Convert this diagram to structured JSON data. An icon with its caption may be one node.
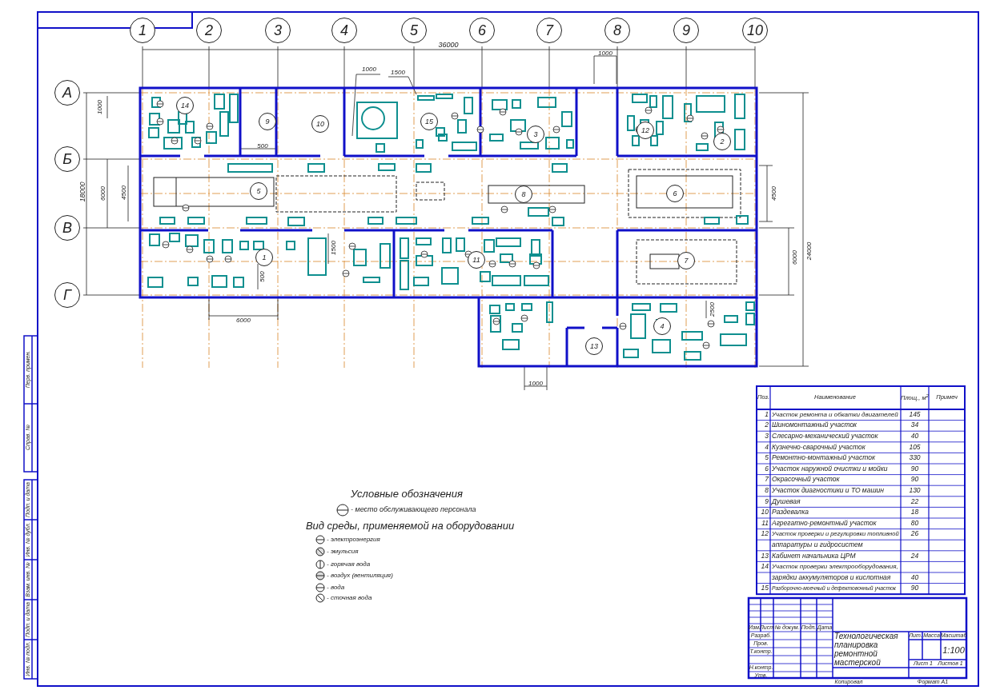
{
  "diagram": {
    "title": "Технологическая планировка ремонтной мастерской",
    "nodes": [
      {
        "text": [
          "1"
        ]
      },
      {
        "text": [
          "2"
        ]
      },
      {
        "text": [
          "3"
        ]
      },
      {
        "text": [
          "4"
        ]
      },
      {
        "text": [
          "5"
        ]
      },
      {
        "text": [
          "6"
        ]
      },
      {
        "text": [
          "7"
        ]
      },
      {
        "text": [
          "8"
        ]
      },
      {
        "text": [
          "9"
        ]
      },
      {
        "text": [
          "10"
        ]
      },
      {
        "text": [
          "А"
        ]
      },
      {
        "text": [
          "Б"
        ]
      },
      {
        "text": [
          "В"
        ]
      },
      {
        "text": [
          "Г"
        ]
      },
      {
        "text": [
          "14"
        ]
      },
      {
        "text": [
          "9"
        ]
      },
      {
        "text": [
          "10"
        ]
      },
      {
        "text": [
          "15"
        ]
      },
      {
        "text": [
          "3"
        ]
      },
      {
        "text": [
          "12"
        ]
      },
      {
        "text": [
          "2"
        ]
      },
      {
        "text": [
          "5"
        ]
      },
      {
        "text": [
          "8"
        ]
      },
      {
        "text": [
          "6"
        ]
      },
      {
        "text": [
          "1"
        ]
      },
      {
        "text": [
          "11"
        ]
      },
      {
        "text": [
          "7"
        ]
      },
      {
        "text": [
          "4"
        ]
      },
      {
        "text": [
          "13"
        ]
      }
    ],
    "labels": [
      "36000",
      "1000",
      "1000",
      "1500",
      "1000",
      "500",
      "18000",
      "6000",
      "4500",
      "4500",
      "1500",
      "6000",
      "24000",
      "500",
      "6000",
      "2500",
      "1000",
      "Условные обозначения",
      "Вид среды, применяемой на оборудовании",
      "Поз.",
      "Наименование",
      "Площ., м$^{2}$",
      "Примеч",
      "1",
      "Участок ремонта и обкатки двигателей",
      "145",
      "2",
      "Шиномонтажный участок",
      "34",
      "3",
      "Слесарно-механический участок",
      "40",
      "4",
      "Кузнечно-сварочный участок",
      "105",
      "5",
      "Ремонтно-монтажный участок",
      "330",
      "6",
      "Участок наружной очистки и мойки",
      "90",
      "7",
      "Окрасочный участок",
      "90",
      "8",
      "Участок диагностики и ТО машин",
      "130",
      "9",
      "Душевая",
      "22",
      "10",
      "Раздевалка",
      "18",
      "11",
      "Агрегатно-ремонтный участок",
      "80",
      "12",
      "Участок проверки и регулировки топливной",
      "26",
      "аппаратуры и гидросистем",
      "13",
      "Кабинет начальника ЦРМ",
      "24",
      "14",
      "Участок проверки электрооборудования,",
      "зарядки аккумуляторов и кислотная",
      "40",
      "15",
      "Разборочно-моечный и дефектовочный участок",
      "90",
      "Изм.",
      "Лист",
      "№ докум.",
      "Подп.",
      "Дата",
      "Разраб.",
      "Пров.",
      "Т.контр.",
      "Н.контр.",
      "Утв.",
      "Лит.",
      "Масса",
      "Масштаб",
      "1:100",
      "Лист 1",
      "Листов 1",
      "Копировал",
      "Формат А1",
      "Перв. примен.",
      "Справ. №",
      "Подп. и дата",
      "Инв. № дубл.",
      "Взам. инв. №",
      "Подп. и дата",
      "Инв. № подл."
    ],
    "legend": [
      {
        "text": "- место обслуживающего персонала"
      },
      {
        "text": "- электроэнергия"
      },
      {
        "text": "- эмульсия"
      },
      {
        "text": "- горячая вода"
      },
      {
        "text": "- воздух (вентиляция)"
      },
      {
        "text": "- вода"
      },
      {
        "text": "- сточная вода"
      }
    ]
  }
}
